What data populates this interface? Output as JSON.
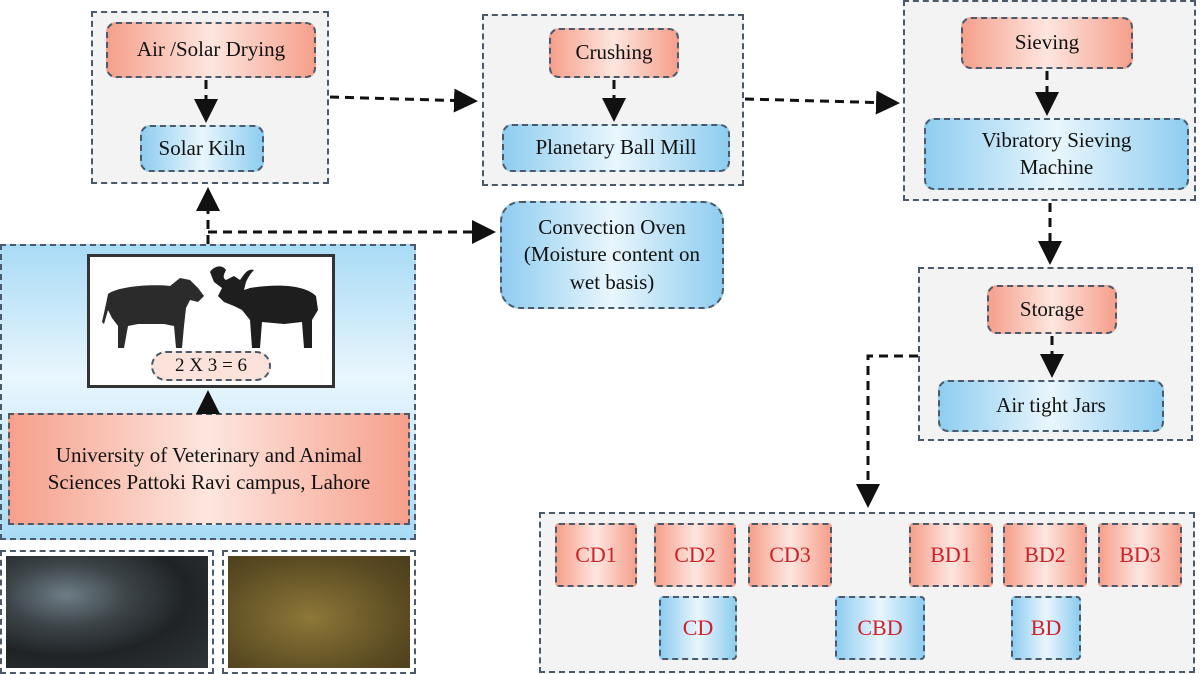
{
  "steps": {
    "drying": {
      "title": "Air /Solar Drying",
      "equipment": "Solar Kiln"
    },
    "crushing": {
      "title": "Crushing",
      "equipment": "Planetary Ball Mill"
    },
    "sieving": {
      "title": "Sieving",
      "equipment": "Vibratory Sieving Machine"
    },
    "storage": {
      "title": "Storage",
      "equipment": "Air tight Jars"
    }
  },
  "oven": {
    "label": "Convection Oven (Moisture content on wet basis)"
  },
  "source": {
    "count_label": "2 X 3 = 6",
    "location": "University of Veterinary and Animal Sciences Pattoki Ravi campus, Lahore"
  },
  "samples": {
    "top_row": [
      "CD1",
      "CD2",
      "CD3",
      "BD1",
      "BD2",
      "BD3"
    ],
    "bottom_row": [
      "CD",
      "CBD",
      "BD"
    ]
  },
  "colors": {
    "process_box": "#f6a08c",
    "equipment_box": "#8fcdf0",
    "sample_code_text": "#d0202a",
    "dashed_border": "#4a5a6a"
  }
}
